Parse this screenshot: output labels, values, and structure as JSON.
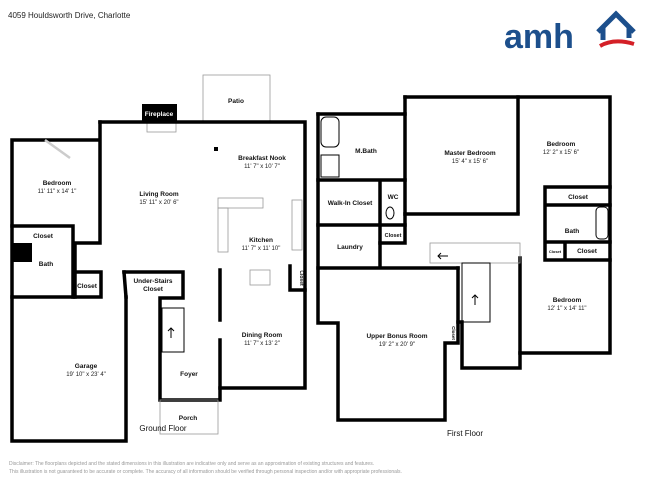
{
  "header": {
    "address": "4059 Houldsworth Drive, Charlotte",
    "logo_text": "amh"
  },
  "colors": {
    "brand_blue": "#1c4f8c",
    "brand_red": "#d42027"
  },
  "ground_floor": {
    "title": "Ground Floor",
    "rooms": {
      "fireplace": "Fireplace",
      "patio": "Patio",
      "bedroom": {
        "name": "Bedroom",
        "dim": "11' 11\" x 14' 1\""
      },
      "living": {
        "name": "Living Room",
        "dim": "15' 11\" x 20' 6\""
      },
      "nook": {
        "name": "Breakfast Nook",
        "dim": "11' 7\" x 10' 7\""
      },
      "kitchen": {
        "name": "Kitchen",
        "dim": "11' 7\" x 11' 10\""
      },
      "closet1": "Closet",
      "bath": "Bath",
      "closet2": "Closet",
      "under_stairs": [
        "Under-Stairs",
        "Closet"
      ],
      "closet3": "Closet",
      "garage": {
        "name": "Garage",
        "dim": "19' 10\" x 23' 4\""
      },
      "dining": {
        "name": "Dining Room",
        "dim": "11' 7\" x 13' 2\""
      },
      "foyer": "Foyer",
      "porch": "Porch"
    }
  },
  "first_floor": {
    "title": "First Floor",
    "rooms": {
      "mbath": "M.Bath",
      "master": {
        "name": "Master Bedroom",
        "dim": "15' 4\" x 15' 6\""
      },
      "bedroom1": {
        "name": "Bedroom",
        "dim": "12' 2\" x 15' 6\""
      },
      "walkin": "Walk-In Closet",
      "wc": "WC",
      "closet_wc": "Closet",
      "laundry": "Laundry",
      "closet_b1": "Closet",
      "bath": "Bath",
      "closet_small": "Closet",
      "closet_b2": "Closet",
      "bonus": {
        "name": "Upper Bonus Room",
        "dim": "19' 2\" x 20' 9\""
      },
      "closet_bonus": "Closet",
      "bedroom2": {
        "name": "Bedroom",
        "dim": "12' 1\" x 14' 11\""
      }
    }
  },
  "disclaimer": [
    "Disclaimer: The floorplans depicted and the stated dimensions in this illustration are indicative only and serve as an approximation of existing structures and features.",
    "This illustration is not guaranteed to be accurate or complete. The accuracy of all information should be verified through personal inspection and/or with appropriate professionals."
  ]
}
